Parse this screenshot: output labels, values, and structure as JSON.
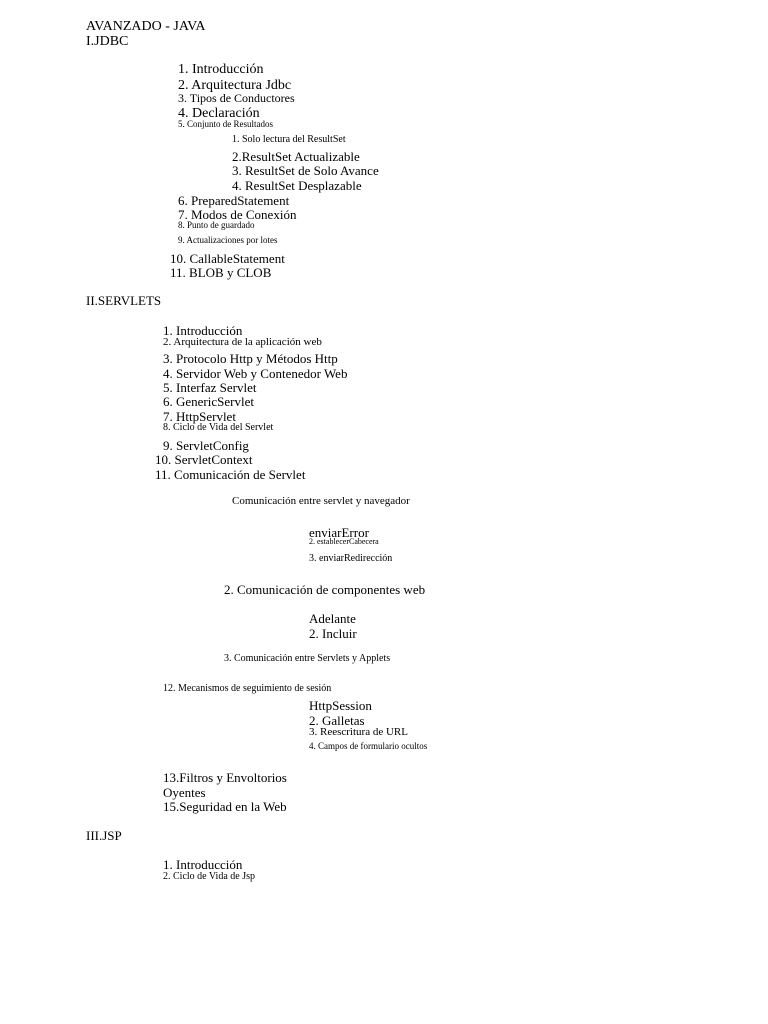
{
  "title": "AVANZADO - JAVA",
  "sections": [
    {
      "heading": "I.JDBC",
      "items": [
        "1. Introducción",
        "2. Arquitectura Jdbc",
        "3. Tipos de Conductores",
        "4. Declaración",
        "5. Conjunto de Resultados",
        "1. Solo lectura del ResultSet",
        "2.ResultSet Actualizable",
        "3. ResultSet de Solo Avance",
        "4. ResultSet Desplazable",
        "6. PreparedStatement",
        "7. Modos de Conexión",
        "8. Punto de guardado",
        "9. Actualizaciones por lotes",
        "10. CallableStatement",
        "11. BLOB y CLOB"
      ]
    },
    {
      "heading": "II.SERVLETS",
      "items": [
        "1. Introducción",
        "2. Arquitectura de la aplicación web",
        "3. Protocolo Http y Métodos Http",
        "4. Servidor Web y Contenedor Web",
        "5. Interfaz Servlet",
        "6. GenericServlet",
        "7. HttpServlet",
        "8. Ciclo de Vida del Servlet",
        "9. ServletConfig",
        "10. ServletContext",
        "11. Comunicación de Servlet",
        "Comunicación entre servlet y navegador",
        "enviarError",
        "2. establecerCabecera",
        "3. enviarRedirección",
        "2. Comunicación de componentes web",
        "Adelante",
        "2. Incluir",
        "3. Comunicación entre Servlets y Applets",
        "12. Mecanismos de seguimiento de sesión",
        "HttpSession",
        "2. Galletas",
        "3. Reescritura de URL",
        "4. Campos de formulario ocultos",
        "13.Filtros y Envoltorios",
        "Oyentes",
        "15.Seguridad en la Web"
      ]
    },
    {
      "heading": "III.JSP",
      "items": [
        "1. Introducción",
        "2. Ciclo de Vida de Jsp"
      ]
    }
  ]
}
